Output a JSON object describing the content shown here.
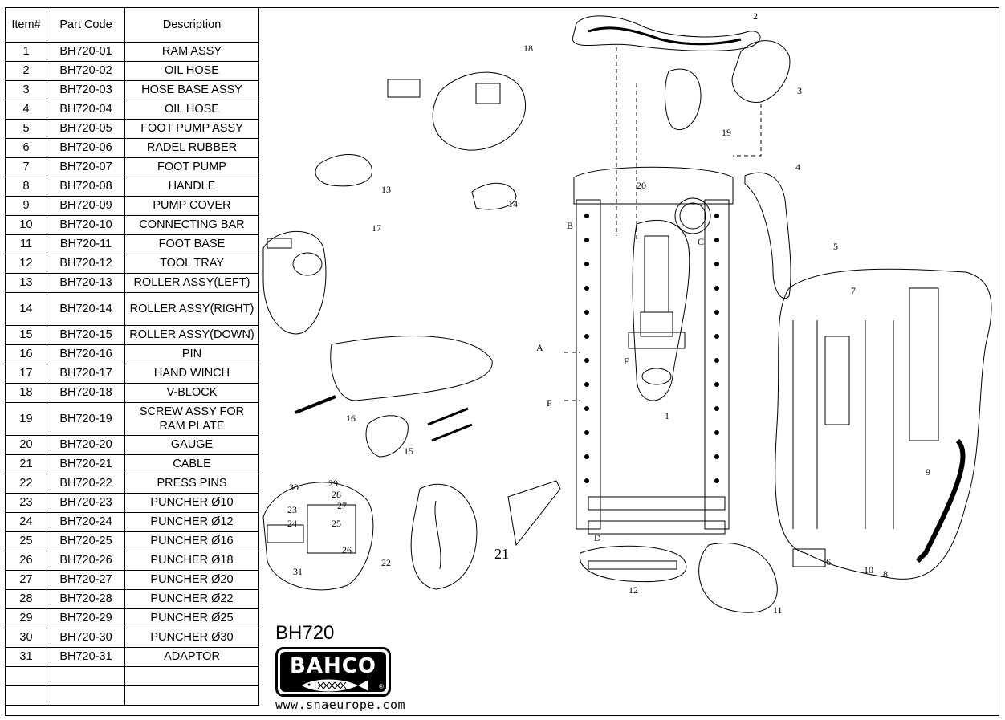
{
  "table": {
    "headers": [
      "Item#",
      "Part Code",
      "Description"
    ],
    "rows": [
      [
        "1",
        "BH720-01",
        "RAM ASSY"
      ],
      [
        "2",
        "BH720-02",
        "OIL HOSE"
      ],
      [
        "3",
        "BH720-03",
        "HOSE BASE ASSY"
      ],
      [
        "4",
        "BH720-04",
        "OIL HOSE"
      ],
      [
        "5",
        "BH720-05",
        "FOOT PUMP ASSY"
      ],
      [
        "6",
        "BH720-06",
        "RADEL RUBBER"
      ],
      [
        "7",
        "BH720-07",
        "FOOT PUMP"
      ],
      [
        "8",
        "BH720-08",
        "HANDLE"
      ],
      [
        "9",
        "BH720-09",
        "PUMP COVER"
      ],
      [
        "10",
        "BH720-10",
        "CONNECTING BAR"
      ],
      [
        "11",
        "BH720-11",
        "FOOT BASE"
      ],
      [
        "12",
        "BH720-12",
        "TOOL TRAY"
      ],
      [
        "13",
        "BH720-13",
        "ROLLER ASSY(LEFT)"
      ],
      [
        "14",
        "BH720-14",
        "ROLLER ASSY(RIGHT)"
      ],
      [
        "15",
        "BH720-15",
        "ROLLER ASSY(DOWN)"
      ],
      [
        "16",
        "BH720-16",
        "PIN"
      ],
      [
        "17",
        "BH720-17",
        "HAND WINCH"
      ],
      [
        "18",
        "BH720-18",
        "V-BLOCK"
      ],
      [
        "19",
        "BH720-19",
        "SCREW ASSY FOR RAM PLATE"
      ],
      [
        "20",
        "BH720-20",
        "GAUGE"
      ],
      [
        "21",
        "BH720-21",
        "CABLE"
      ],
      [
        "22",
        "BH720-22",
        "PRESS PINS"
      ],
      [
        "23",
        "BH720-23",
        "PUNCHER Ø10"
      ],
      [
        "24",
        "BH720-24",
        "PUNCHER Ø12"
      ],
      [
        "25",
        "BH720-25",
        "PUNCHER Ø16"
      ],
      [
        "26",
        "BH720-26",
        "PUNCHER Ø18"
      ],
      [
        "27",
        "BH720-27",
        "PUNCHER Ø20"
      ],
      [
        "28",
        "BH720-28",
        "PUNCHER Ø22"
      ],
      [
        "29",
        "BH720-29",
        "PUNCHER Ø25"
      ],
      [
        "30",
        "BH720-30",
        "PUNCHER Ø30"
      ],
      [
        "31",
        "BH720-31",
        "ADAPTOR"
      ],
      [
        "",
        "",
        ""
      ],
      [
        "",
        "",
        ""
      ]
    ]
  },
  "model": "BH720",
  "brand": {
    "logo_text": "BAHCO",
    "registered": "®"
  },
  "website": "www.snaeurope.com",
  "callouts": [
    "1",
    "2",
    "3",
    "4",
    "5",
    "6",
    "7",
    "8",
    "9",
    "10",
    "11",
    "12",
    "13",
    "14",
    "15",
    "16",
    "17",
    "18",
    "19",
    "20",
    "21",
    "22",
    "23",
    "24",
    "25",
    "26",
    "27",
    "28",
    "29",
    "30",
    "31"
  ],
  "letters": {
    "A": "A",
    "B": "B",
    "C": "C",
    "D": "D",
    "E": "E",
    "F": "F"
  },
  "colors": {
    "ink": "#000000",
    "background": "#ffffff"
  }
}
